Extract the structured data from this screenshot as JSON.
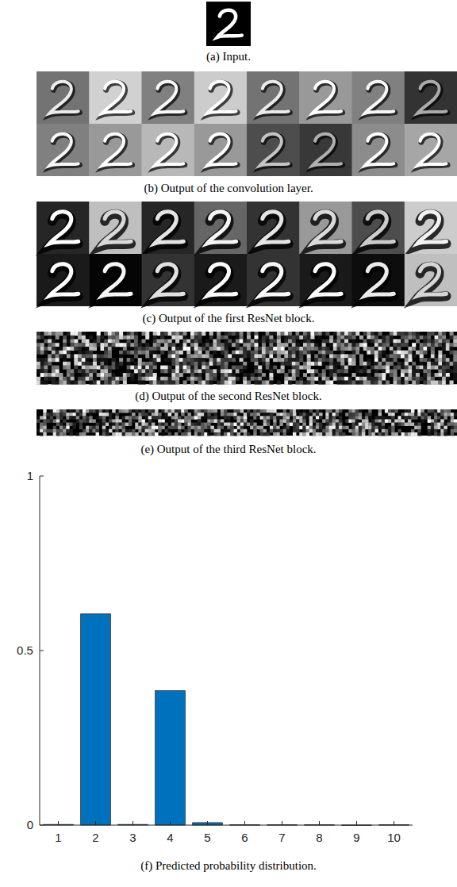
{
  "diagram": {
    "labels": [
      "(a) Input.",
      "(b) Output of the convolution layer.",
      "(c) Output of the first ResNet block.",
      "(d) Output of the second ResNet block.",
      "(e) Output of the third ResNet block.",
      "(f) Predicted probability distribution.",
      "1",
      "0.5",
      "0",
      "1",
      "2",
      "3",
      "4",
      "5",
      "6",
      "7",
      "8",
      "9",
      "10"
    ]
  }
}
